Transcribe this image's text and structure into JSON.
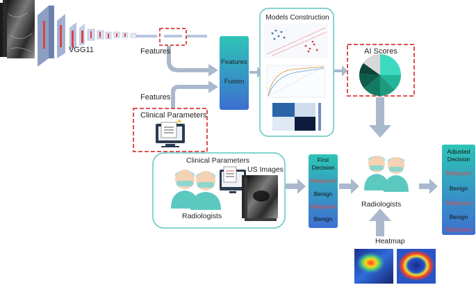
{
  "cnn": {
    "label": "VGG11"
  },
  "features": {
    "top_label": "Features",
    "bottom_label": "Features"
  },
  "clinical_params_box": {
    "label": "Clinical Parameters"
  },
  "fusion": {
    "line1": "Features",
    "line2": "Fusion"
  },
  "models": {
    "title": "Models Construction"
  },
  "ai_scores": {
    "title": "AI Scores"
  },
  "radiologist_panel": {
    "clinical_label": "Clinical Parameters",
    "us_label": "US Images",
    "radiologists_label": "Radiologists"
  },
  "first_decision": {
    "title": "First\nDecision",
    "items": [
      "Malignant",
      "Benign",
      "Malignant",
      "Benign"
    ]
  },
  "center_radiologists": {
    "label": "Radiologists"
  },
  "heatmap": {
    "label": "Heatmap"
  },
  "adjusted_decision": {
    "title": "Adjusted\nDecision",
    "items": [
      "Malignant",
      "Benign",
      "Malignant",
      "Benign",
      "Malignant"
    ]
  },
  "colors": {
    "teal": "#2ec4b6",
    "blue": "#3d6fd0",
    "dashed_red": "#e05050",
    "arrow": "#a9b8cc",
    "malignant": "#e04848"
  }
}
